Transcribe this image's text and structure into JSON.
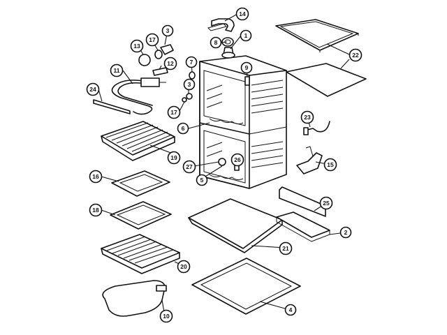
{
  "callouts": [
    {
      "id": "c1",
      "label": "1"
    },
    {
      "id": "c2",
      "label": "2"
    },
    {
      "id": "c3a",
      "label": "3"
    },
    {
      "id": "c3b",
      "label": "3"
    },
    {
      "id": "c4",
      "label": "4"
    },
    {
      "id": "c5",
      "label": "5"
    },
    {
      "id": "c6",
      "label": "6"
    },
    {
      "id": "c7",
      "label": "7"
    },
    {
      "id": "c8",
      "label": "8"
    },
    {
      "id": "c9",
      "label": "9"
    },
    {
      "id": "c10",
      "label": "10"
    },
    {
      "id": "c11",
      "label": "11"
    },
    {
      "id": "c12",
      "label": "12"
    },
    {
      "id": "c13",
      "label": "13"
    },
    {
      "id": "c14",
      "label": "14"
    },
    {
      "id": "c15",
      "label": "15"
    },
    {
      "id": "c16",
      "label": "16"
    },
    {
      "id": "c17a",
      "label": "17"
    },
    {
      "id": "c17b",
      "label": "17"
    },
    {
      "id": "c18",
      "label": "18"
    },
    {
      "id": "c19",
      "label": "19"
    },
    {
      "id": "c20",
      "label": "20"
    },
    {
      "id": "c21",
      "label": "21"
    },
    {
      "id": "c22",
      "label": "22"
    },
    {
      "id": "c23",
      "label": "23"
    },
    {
      "id": "c24",
      "label": "24"
    },
    {
      "id": "c25",
      "label": "25"
    },
    {
      "id": "c26",
      "label": "26"
    },
    {
      "id": "c27",
      "label": "27"
    }
  ]
}
